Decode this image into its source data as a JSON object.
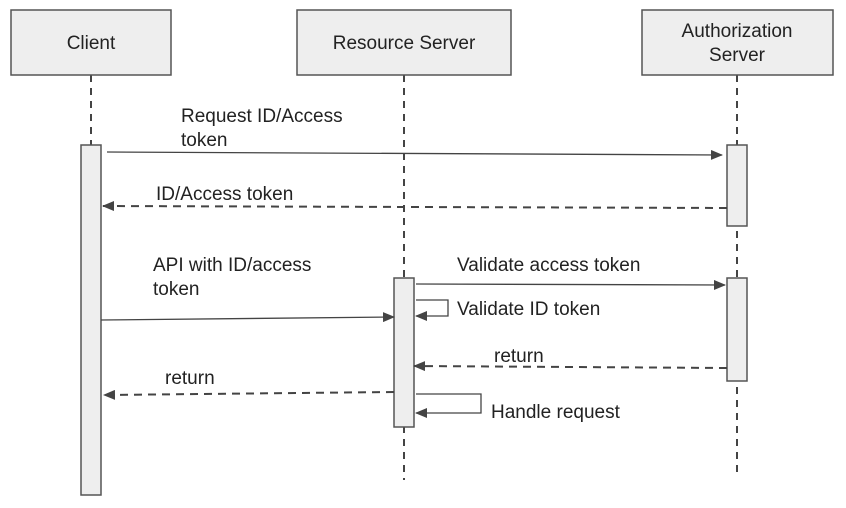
{
  "participants": {
    "client": {
      "label": "Client"
    },
    "resource_server": {
      "label": "Resource Server"
    },
    "authorization_server": {
      "label_line1": "Authorization",
      "label_line2": "Server"
    }
  },
  "messages": {
    "request_token": {
      "line1": "Request ID/Access",
      "line2": "token"
    },
    "token_response": {
      "line1": "ID/Access token"
    },
    "api_call": {
      "line1": "API with ID/access",
      "line2": "token"
    },
    "validate_access": {
      "line1": "Validate access token"
    },
    "validate_id": {
      "line1": "Validate ID token"
    },
    "auth_return": {
      "line1": "return"
    },
    "client_return": {
      "line1": "return"
    },
    "handle_request": {
      "line1": "Handle request"
    }
  },
  "colors": {
    "box_fill": "#eeeeee",
    "box_stroke": "#555555",
    "line": "#444444"
  }
}
